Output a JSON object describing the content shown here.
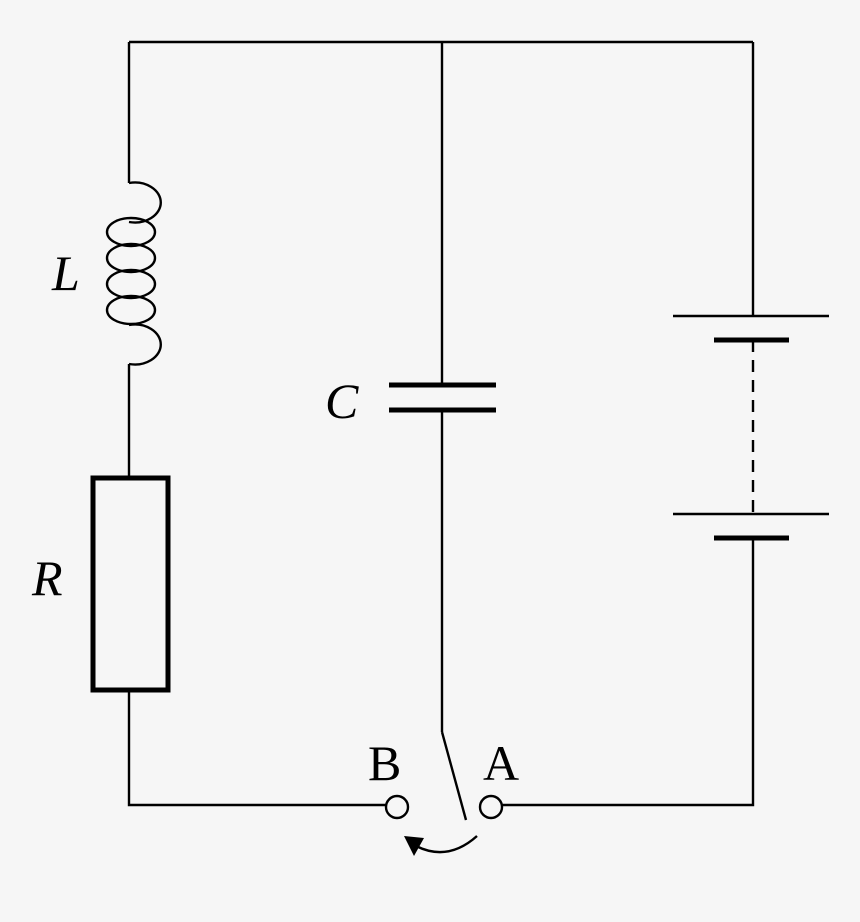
{
  "diagram": {
    "labels": {
      "inductor": "L",
      "resistor": "R",
      "capacitor": "C",
      "terminal_b": "B",
      "terminal_a": "A"
    },
    "colors": {
      "background": "#f6f6f6",
      "stroke": "#000000"
    },
    "icons": {
      "inductor": "inductor-coil-icon",
      "resistor": "resistor-icon",
      "capacitor": "capacitor-icon",
      "battery": "battery-icon",
      "switch": "switch-icon",
      "arrow": "curved-arrow-icon"
    }
  }
}
